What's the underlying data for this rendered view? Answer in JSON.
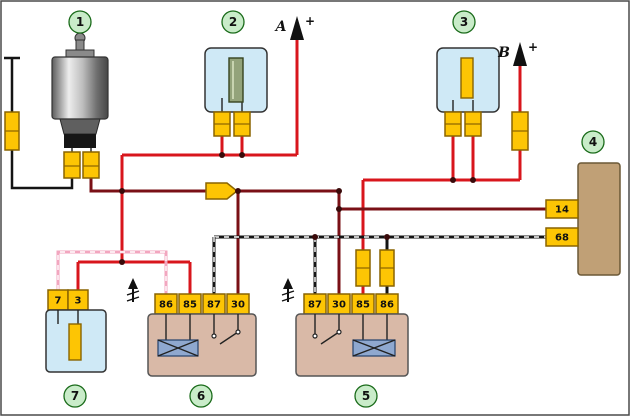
{
  "callouts": [
    "1",
    "2",
    "3",
    "4",
    "5",
    "6",
    "7"
  ],
  "terminal_a": {
    "label": "A",
    "polarity": "+"
  },
  "terminal_b": {
    "label": "B",
    "polarity": "+"
  },
  "block4_pins": [
    "14",
    "68"
  ],
  "switch7_pins": [
    "7",
    "3"
  ],
  "relay6_pins": [
    "86",
    "85",
    "87",
    "30"
  ],
  "relay5_pins": [
    "87",
    "30",
    "85",
    "86"
  ],
  "colors": {
    "red": "#d8161c",
    "maroon": "#7a1016",
    "black": "#141414",
    "pink": "#f2a6bf",
    "white": "#ffffff",
    "yellow": "#fdc504",
    "yellow_border": "#8a6400",
    "box_blue": "#cfe9f6",
    "relay_tan": "#d9b9a7",
    "block_tan": "#c0a076",
    "coil_blue": "#8fa8cf",
    "fuse_green": "#93a37a",
    "callout_fill": "#c9ecc9",
    "callout_border": "#1a6b1a"
  }
}
